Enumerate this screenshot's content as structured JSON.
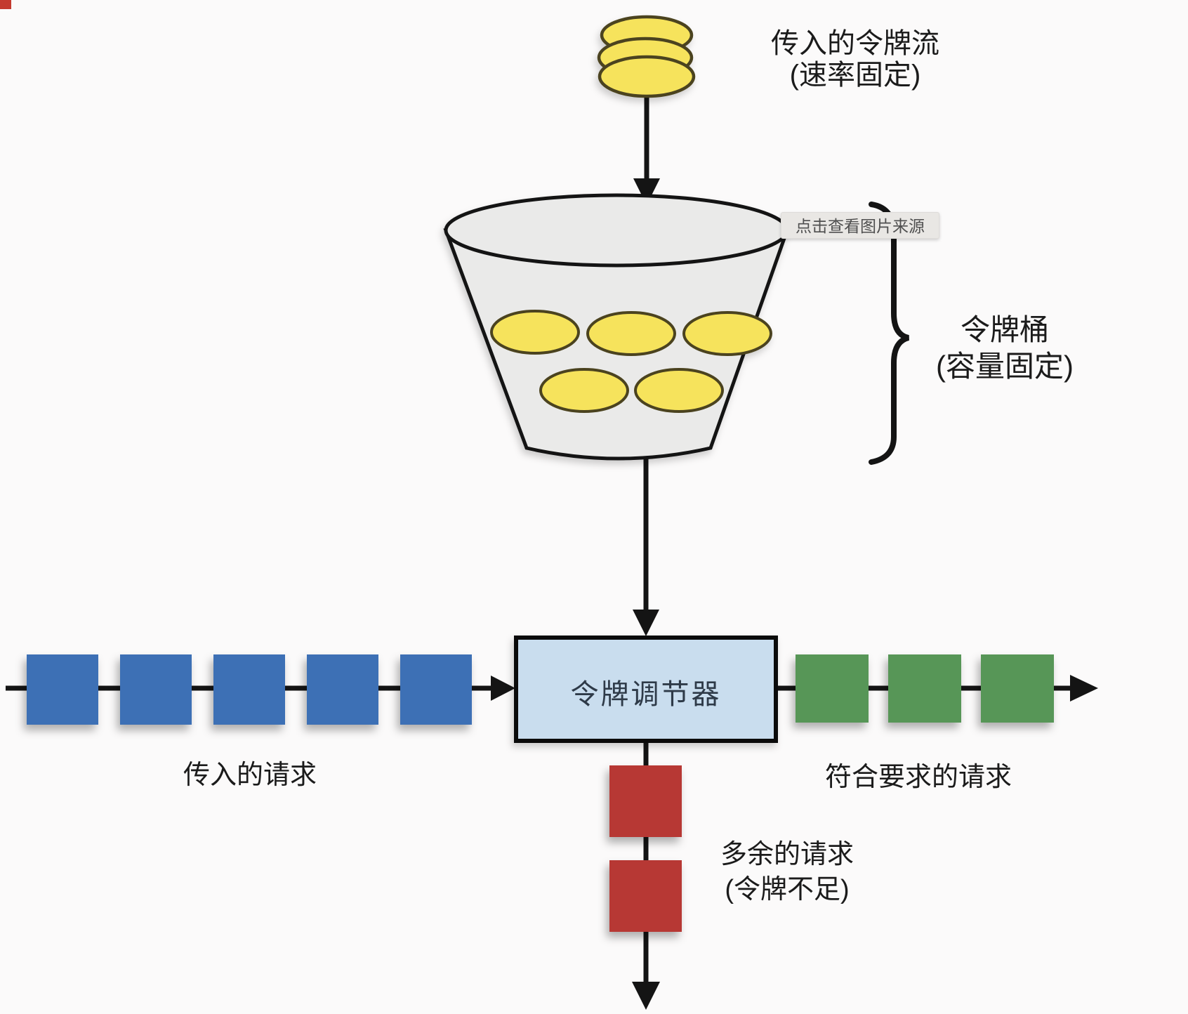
{
  "page": {
    "background": "#fbfafa"
  },
  "corner_marker": {
    "color": "#c43a2f"
  },
  "token_stream": {
    "label_line1": "传入的令牌流",
    "label_line2": "(速率固定)",
    "coin_count": 3
  },
  "bucket": {
    "label_line1": "令牌桶",
    "label_line2": "(容量固定)",
    "token_count": 5
  },
  "tooltip": {
    "text": "点击查看图片来源"
  },
  "regulator": {
    "label": "令牌调节器"
  },
  "incoming_requests": {
    "label": "传入的请求",
    "count": 5
  },
  "conforming_requests": {
    "label": "符合要求的请求",
    "count": 3
  },
  "excess_requests": {
    "label_line1": "多余的请求",
    "label_line2": "(令牌不足)",
    "count": 2
  },
  "colors": {
    "token_fill": "#f6e35c",
    "token_border": "#4b431f",
    "bucket_fill": "#eaeae9",
    "outline": "#141414",
    "incoming_blue": "#3d70b5",
    "conforming_green": "#579657",
    "excess_red": "#b73834",
    "regulator_fill": "#c9ddee",
    "regulator_text": "#2e3a48",
    "label_text": "#1b1b1b",
    "tooltip_bg": "#e9e7e4",
    "tooltip_text": "#4f4f4f"
  }
}
